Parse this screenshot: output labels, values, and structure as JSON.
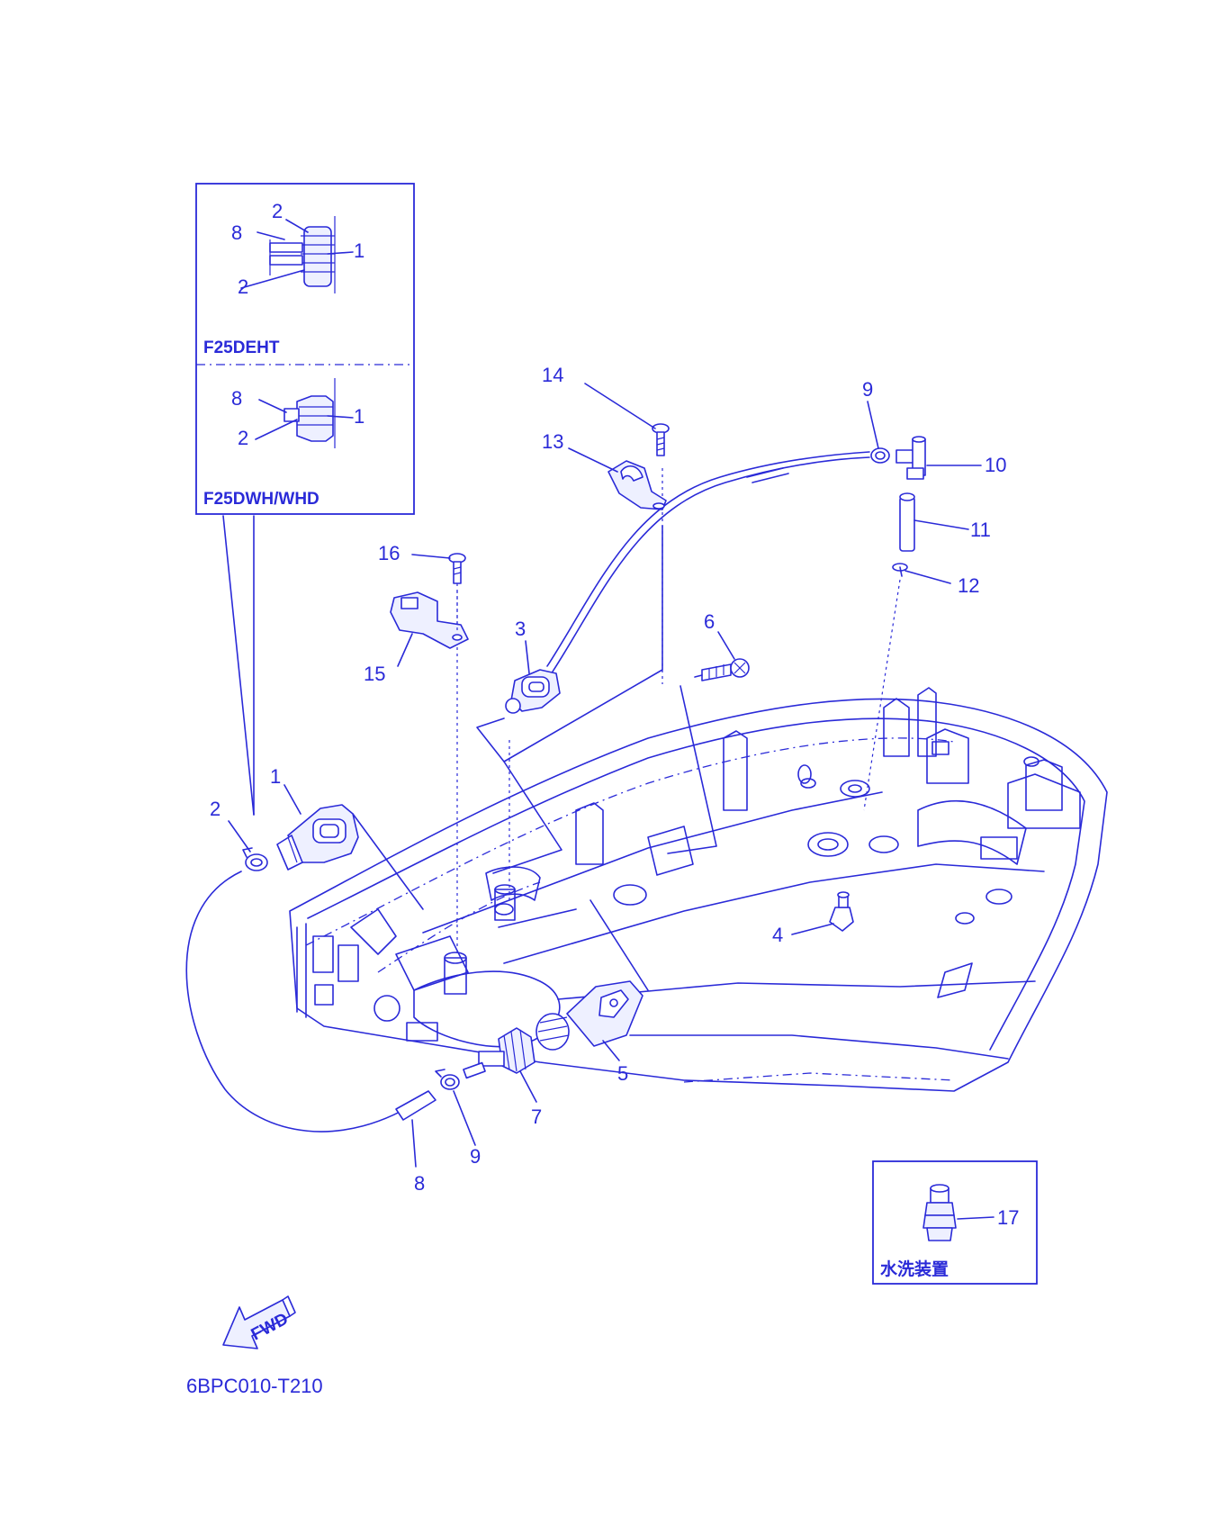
{
  "diagram": {
    "callouts": {
      "c1": "1",
      "c2": "2",
      "c3": "3",
      "c4": "4",
      "c5": "5",
      "c6": "6",
      "c7": "7",
      "c8": "8",
      "c9a": "9",
      "c9b": "9",
      "c10": "10",
      "c11": "11",
      "c12": "12",
      "c13": "13",
      "c14": "14",
      "c15": "15",
      "c16": "16",
      "c17": "17"
    },
    "inset_top": {
      "model": "F25DEHT",
      "c8": "8",
      "c2a": "2",
      "c2b": "2",
      "c1": "1"
    },
    "inset_bottom": {
      "model": "F25DWH/WHD",
      "c8": "8",
      "c2": "2",
      "c1": "1"
    },
    "inset_flush": {
      "caption": "水洗装置",
      "c17": "17"
    },
    "fwd_arrow_label": "FWD",
    "diagram_code": "6BPC010-T210"
  }
}
